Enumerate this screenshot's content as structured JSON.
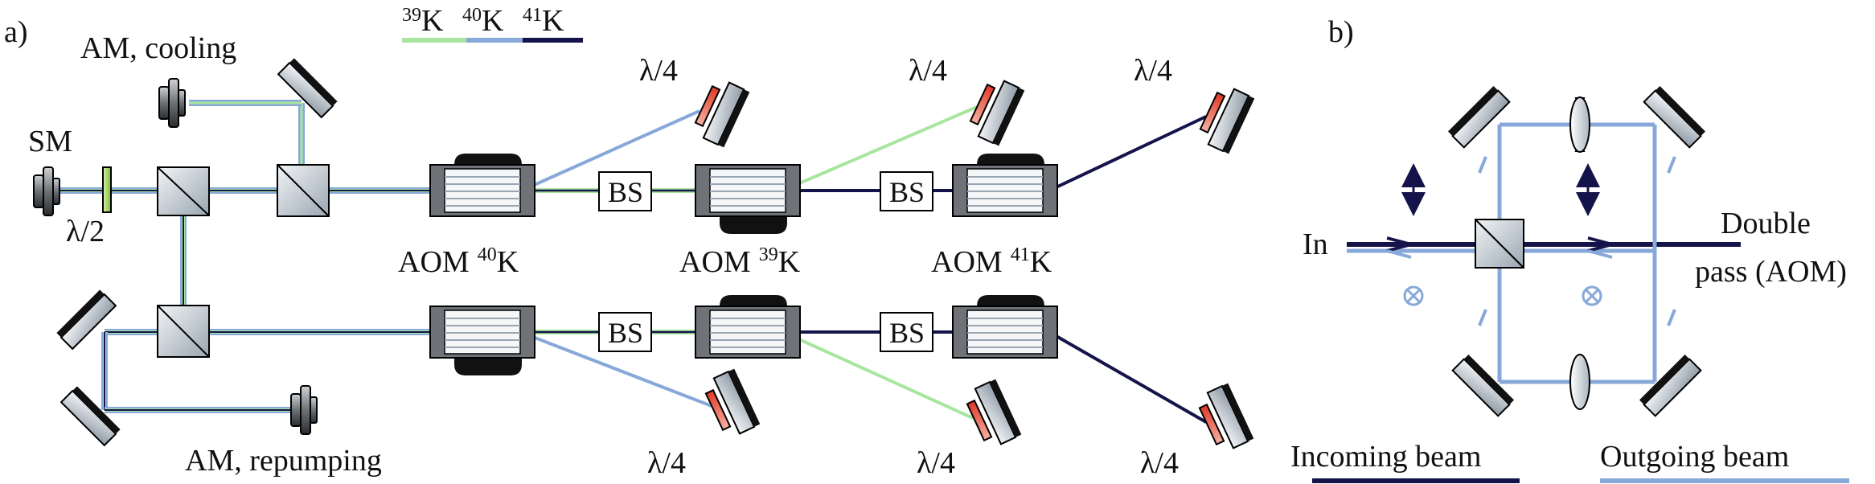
{
  "panels": {
    "a": "a)",
    "b": "b)"
  },
  "legend": [
    {
      "name": "39K",
      "mass": "39",
      "element": "K",
      "color": "#a8e6a0"
    },
    {
      "name": "40K",
      "mass": "40",
      "element": "K",
      "color": "#87a8d8"
    },
    {
      "name": "41K",
      "mass": "41",
      "element": "K",
      "color": "#14144a"
    }
  ],
  "labels": {
    "am_cooling": "AM, cooling",
    "am_repumping": "AM, repumping",
    "sm": "SM",
    "lambda_half": "λ/2",
    "lambda_quarter": "λ/4",
    "bs": "BS",
    "aom_prefix": "AOM",
    "aom_40_mass": "40",
    "aom_39_mass": "39",
    "aom_41_mass": "41",
    "aom_element": "K"
  },
  "panel_b": {
    "in": "In",
    "double_pass_line1": "Double",
    "double_pass_line2": "pass (AOM)",
    "incoming_beam": "Incoming beam",
    "outgoing_beam": "Outgoing beam"
  },
  "colors": {
    "green": "#a8e6a0",
    "blue": "#87a8d8",
    "navy": "#14144a",
    "red": "#e8503a",
    "waveplate_green": "#8cc63f"
  }
}
